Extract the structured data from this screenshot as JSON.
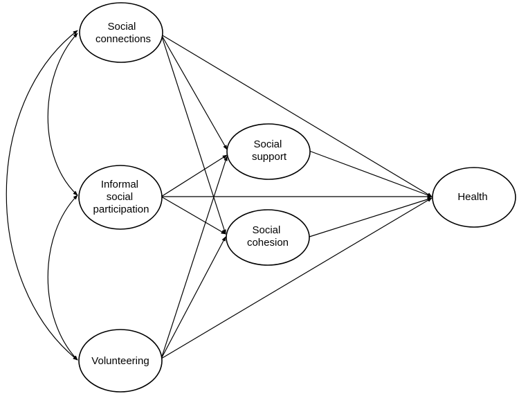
{
  "diagram": {
    "nodes": {
      "social_connections": {
        "lines": [
          "Social",
          "connections"
        ]
      },
      "informal_participation": {
        "lines": [
          "Informal",
          "social",
          "participation"
        ]
      },
      "volunteering": {
        "lines": [
          "Volunteering"
        ]
      },
      "social_support": {
        "lines": [
          "Social",
          "support"
        ]
      },
      "social_cohesion": {
        "lines": [
          "Social",
          "cohesion"
        ]
      },
      "health": {
        "lines": [
          "Health"
        ]
      }
    },
    "edges": [
      {
        "from": "social_connections",
        "to": "social_support"
      },
      {
        "from": "social_connections",
        "to": "social_cohesion"
      },
      {
        "from": "social_connections",
        "to": "health"
      },
      {
        "from": "informal_participation",
        "to": "social_support"
      },
      {
        "from": "informal_participation",
        "to": "social_cohesion"
      },
      {
        "from": "informal_participation",
        "to": "health"
      },
      {
        "from": "volunteering",
        "to": "social_support"
      },
      {
        "from": "volunteering",
        "to": "social_cohesion"
      },
      {
        "from": "volunteering",
        "to": "health"
      },
      {
        "from": "social_support",
        "to": "health"
      },
      {
        "from": "social_cohesion",
        "to": "health"
      }
    ],
    "correlations": [
      {
        "between": [
          "social_connections",
          "informal_participation"
        ]
      },
      {
        "between": [
          "informal_participation",
          "volunteering"
        ]
      },
      {
        "between": [
          "social_connections",
          "volunteering"
        ]
      }
    ]
  }
}
